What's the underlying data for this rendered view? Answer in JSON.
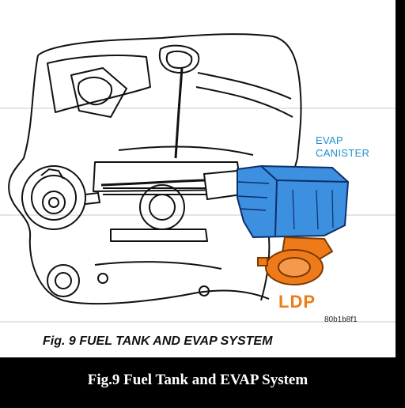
{
  "labels": {
    "evap_line1": "EVAP",
    "evap_line2": "CANISTER",
    "ldp": "LDP",
    "part_code": "80b1b8f1"
  },
  "figure_caption": "Fig. 9 FUEL TANK AND EVAP SYSTEM",
  "bottom_caption": "Fig.9 Fuel Tank and EVAP System",
  "colors": {
    "evap_text": "#1e8fd0",
    "canister_fill": "#3d8fe0",
    "ldp_text": "#f07b16",
    "ldp_fill": "#ef7a1a",
    "background": "#000000",
    "panel": "#ffffff"
  }
}
